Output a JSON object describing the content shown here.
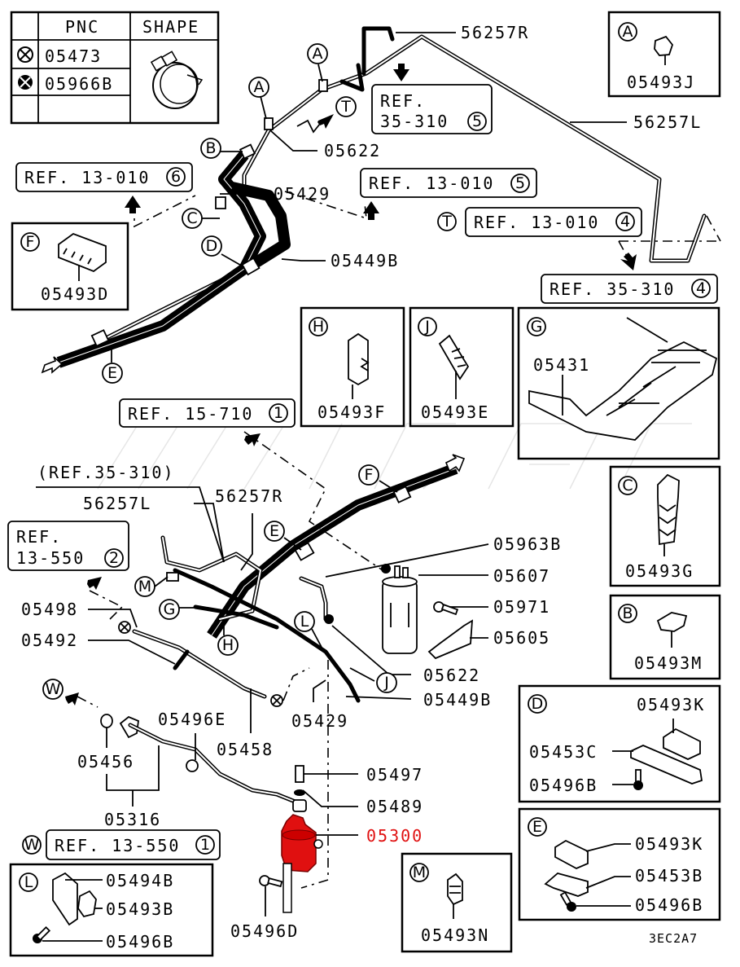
{
  "legend_table": {
    "headers": [
      "",
      "PNC",
      "SHAPE"
    ],
    "rows": [
      {
        "symbol": "crossed-circle-icon",
        "pnc": "05473"
      },
      {
        "symbol": "filled-crossed-circle-icon",
        "pnc": "05966B"
      },
      {
        "symbol": "",
        "pnc": ""
      }
    ],
    "shape_icon": "hose-clamp-icon"
  },
  "callouts": {
    "p56257R_top": "56257R",
    "p56257L_top": "56257L",
    "p05622_top": "05622",
    "p05429_top": "05429",
    "p05449B_top": "05449B",
    "p05431": "05431",
    "ref35310_paren": "(REF.35-310)",
    "p56257L_mid": "56257L",
    "p56257R_mid": "56257R",
    "p05963B": "05963B",
    "p05607": "05607",
    "p05971": "05971",
    "p05605": "05605",
    "p05498": "05498",
    "p05492": "05492",
    "p05622_mid": "05622",
    "p05449B_mid": "05449B",
    "p05496E": "05496E",
    "p05429_mid": "05429",
    "p05456": "05456",
    "p05458": "05458",
    "p05497": "05497",
    "p05489": "05489",
    "p05316": "05316",
    "p05300": "05300",
    "p05496D": "05496D",
    "diagram_code": "3EC2A7"
  },
  "ref_boxes": {
    "r35310_5": {
      "line1": "REF.",
      "line2": "35-310",
      "num": "5"
    },
    "r13010_6": {
      "text": "REF. 13-010",
      "num": "6"
    },
    "r13010_5": {
      "text": "REF. 13-010",
      "num": "5"
    },
    "r13010_4": {
      "text": "REF. 13-010",
      "num": "4",
      "prefix": "T"
    },
    "r35310_4": {
      "text": "REF. 35-310",
      "num": "4"
    },
    "r15710_1": {
      "text": "REF. 15-710",
      "num": "1"
    },
    "r13550_2": {
      "line1": "REF.",
      "line2": "13-550",
      "num": "2"
    },
    "r13550_1": {
      "text": "REF. 13-550",
      "num": "1",
      "prefix": "W"
    }
  },
  "letter_markers": [
    "A",
    "B",
    "C",
    "D",
    "E",
    "F",
    "G",
    "H",
    "J",
    "L",
    "M",
    "T",
    "W"
  ],
  "detail_boxes": {
    "A": {
      "letter": "A",
      "parts": [
        "05493J"
      ]
    },
    "F": {
      "letter": "F",
      "parts": [
        "05493D"
      ]
    },
    "H": {
      "letter": "H",
      "parts": [
        "05493F"
      ]
    },
    "J": {
      "letter": "J",
      "parts": [
        "05493E"
      ]
    },
    "G": {
      "letter": "G",
      "parts": [
        "05431"
      ]
    },
    "C": {
      "letter": "C",
      "parts": [
        "05493G"
      ]
    },
    "B": {
      "letter": "B",
      "parts": [
        "05493M"
      ]
    },
    "D": {
      "letter": "D",
      "parts": [
        "05493K",
        "05453C",
        "05496B"
      ]
    },
    "E": {
      "letter": "E",
      "parts": [
        "05493K",
        "05453B",
        "05496B"
      ]
    },
    "L": {
      "letter": "L",
      "parts": [
        "05494B",
        "05493B",
        "05496B"
      ]
    },
    "M": {
      "letter": "M",
      "parts": [
        "05493N"
      ]
    }
  },
  "colors": {
    "highlight": "#e01010",
    "line": "#000000",
    "watermark": "#e6e6e6"
  }
}
